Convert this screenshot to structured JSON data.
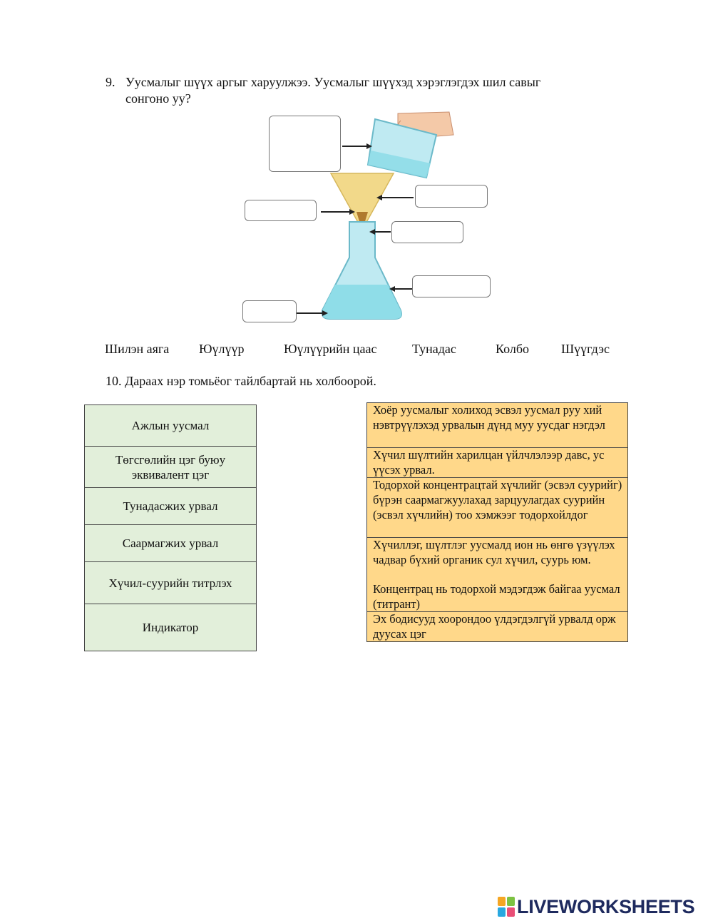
{
  "q9": {
    "number": "9.",
    "line1": "Уусмалыг шүүх аргыг харуулжээ. Уусмалыг шүүхэд хэрэглэгдэх шил савыг",
    "line2": "сонгоно уу?"
  },
  "options": [
    "Шилэн аяга",
    "Юүлүүр",
    "Юүлүүрийн цаас",
    "Тунадас",
    "Колбо",
    "Шүүгдэс"
  ],
  "q10": {
    "title": "10. Дараах нэр томьёог тайлбартай нь холбоорой."
  },
  "terms": [
    "Ажлын уусмал",
    "Төгсгөлийн цэг буюу эквивалент цэг",
    "Тунадасжих урвал",
    "Саармагжих урвал",
    "Хүчил-суурийн титрлэх",
    "Индикатор"
  ],
  "definitions": [
    "Хоёр уусмалыг холиход эсвэл уусмал руу хий нэвтрүүлэхэд урвалын дүнд муу уусдаг нэгдэл",
    "Хүчил шүлтийн харилцан үйлчлэлээр давс, ус үүсэх урвал.",
    "Тодорхой концентрацтай хүчлийг (эсвэл суурийг) бүрэн саармагжуулахад зарцуулагдах суурийн (эсвэл хүчлийн) тоо хэмжээг тодорхойлдог",
    "Хүчиллэг, шүлтлэг уусмалд ион нь өнгө үзүүлэх чадвар бүхий органик сул хүчил, суурь юм.",
    "Концентрац нь тодорхой мэдэгдэж байгаа уусмал (титрант)",
    "Эх бодисууд хоорондоо үлдэгдэлгүй урвалд орж дуусах цэг"
  ],
  "logo": {
    "mark_letters": "LIVE",
    "text": "LIVEWORKSHEETS",
    "color": "#1e2a5e"
  },
  "colors": {
    "term_bg": "#e2efda",
    "def_bg": "#ffd88a",
    "liquid": "#8fdde8",
    "funnel": "#f2d98a"
  }
}
